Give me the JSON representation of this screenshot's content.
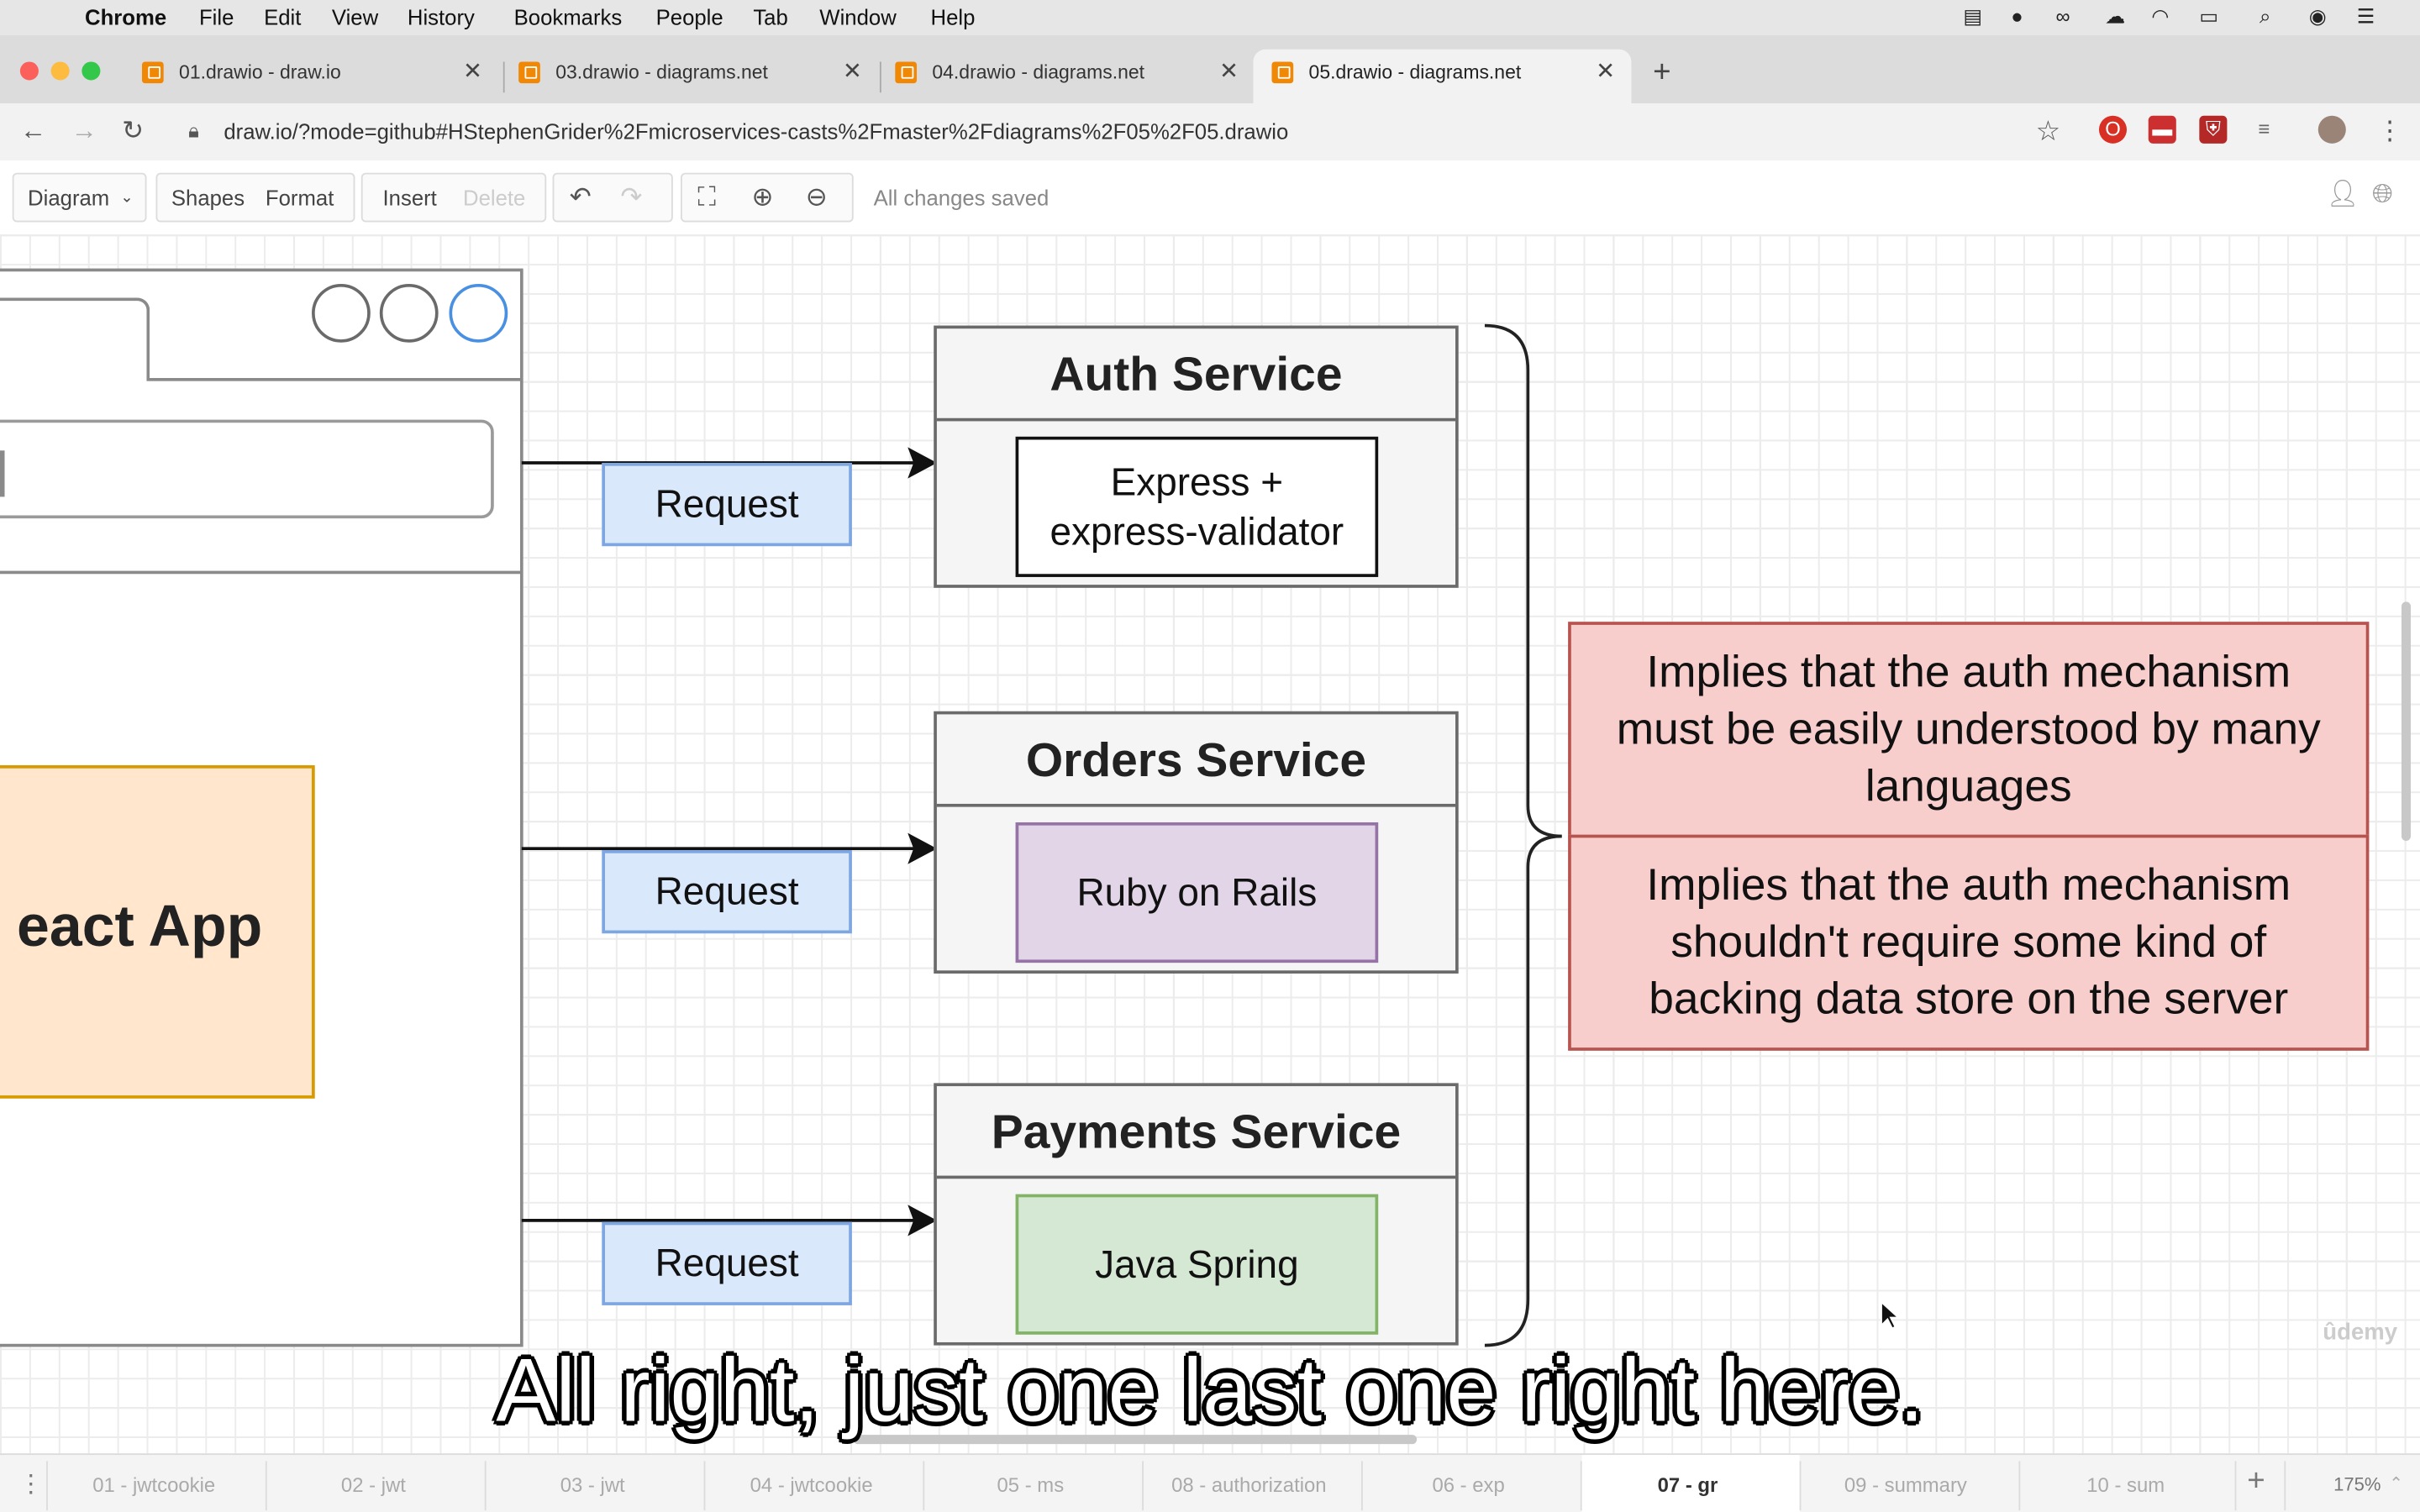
{
  "menubar": {
    "app_name": "Chrome",
    "items": [
      "File",
      "Edit",
      "View",
      "History",
      "Bookmarks",
      "People",
      "Tab",
      "Window",
      "Help"
    ]
  },
  "browser": {
    "tabs": [
      {
        "title": "01.drawio - draw.io"
      },
      {
        "title": "03.drawio - diagrams.net"
      },
      {
        "title": "04.drawio - diagrams.net"
      },
      {
        "title": "05.drawio - diagrams.net"
      }
    ],
    "new_tab_label": "+",
    "url": "draw.io/?mode=github#HStephenGrider%2Fmicroservices-casts%2Fmaster%2Fdiagrams%2F05%2F05.drawio"
  },
  "toolbar": {
    "diagram": "Diagram",
    "shapes": "Shapes",
    "format": "Format",
    "insert": "Insert",
    "delete": "Delete",
    "status": "All changes saved"
  },
  "diagram": {
    "app_label": "eact App",
    "requests": [
      "Request",
      "Request",
      "Request"
    ],
    "services": [
      {
        "title": "Auth Service",
        "tech_line1": "Express +",
        "tech_line2": "express-validator"
      },
      {
        "title": "Orders Service",
        "tech": "Ruby on Rails"
      },
      {
        "title": "Payments Service",
        "tech": "Java Spring"
      }
    ],
    "notes": [
      {
        "lines": [
          "Implies that the auth mechanism",
          "must be easily understood by many",
          "languages"
        ]
      },
      {
        "lines": [
          "Implies that the auth mechanism",
          "shouldn't require some kind of",
          "backing data store on the server"
        ]
      }
    ],
    "watermark": "ûdemy"
  },
  "subtitle": "All right, just one last one right here.",
  "pages": {
    "tabs": [
      "01 - jwtcookie",
      "02 - jwt",
      "03 - jwt",
      "04 - jwtcookie",
      "05 - ms",
      "08 - authorization",
      "06 - exp",
      "07 - gr",
      "09 - summary",
      "10 - sum"
    ],
    "active": "07 - gr",
    "zoom": "175%"
  },
  "colors": {
    "request_fill": "#dae8fc",
    "note_fill": "#f8cecc",
    "ruby_fill": "#e1d5e7",
    "java_fill": "#d5e8d4",
    "app_fill": "#ffe6cc"
  }
}
